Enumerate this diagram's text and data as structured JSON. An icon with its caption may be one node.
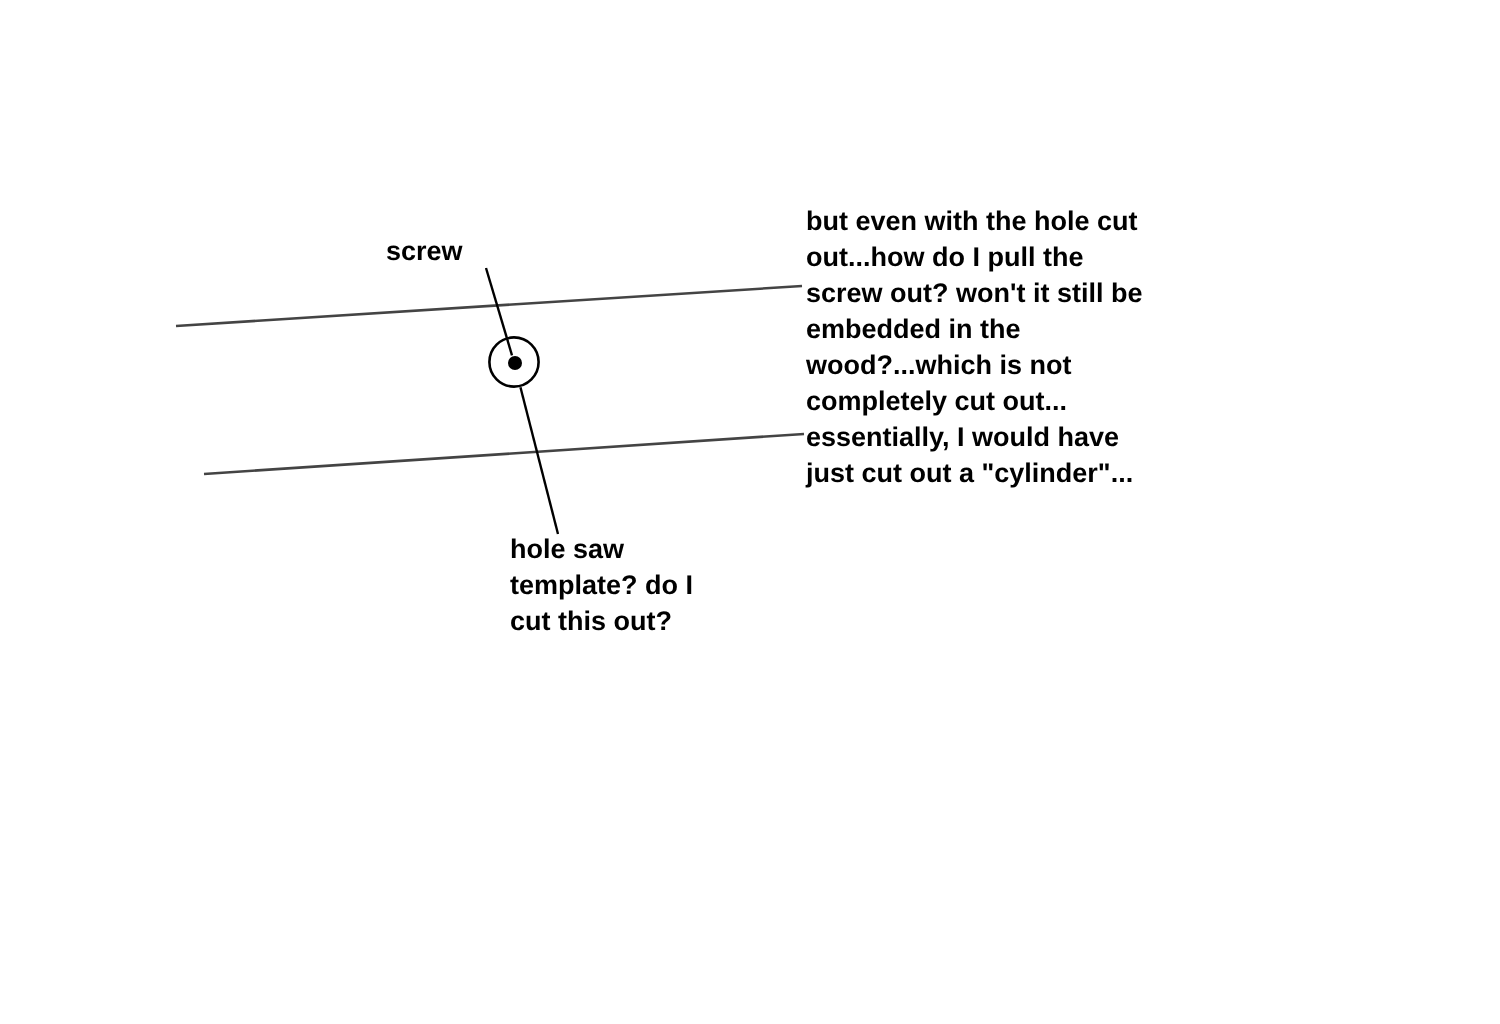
{
  "diagram": {
    "nodes": [
      {
        "text": [
          "screw"
        ]
      },
      {
        "text": [],
        "shape": "circle"
      },
      {
        "text": [],
        "shape": "circle",
        "in": 1
      },
      {
        "text": [
          "hole saw template? do I cut this out?"
        ]
      }
    ],
    "edges": [
      {
        "from": 0,
        "to": 2,
        "arrow": "none"
      },
      {
        "from": 3,
        "to": 1,
        "arrow": "none"
      }
    ],
    "labels": [
      "but even with the hole cut out...how do I pull the screw out? won't it still be embedded in the wood?...which is not completely cut out... essentially, I would have just cut out a \"cylinder\"..."
    ]
  }
}
